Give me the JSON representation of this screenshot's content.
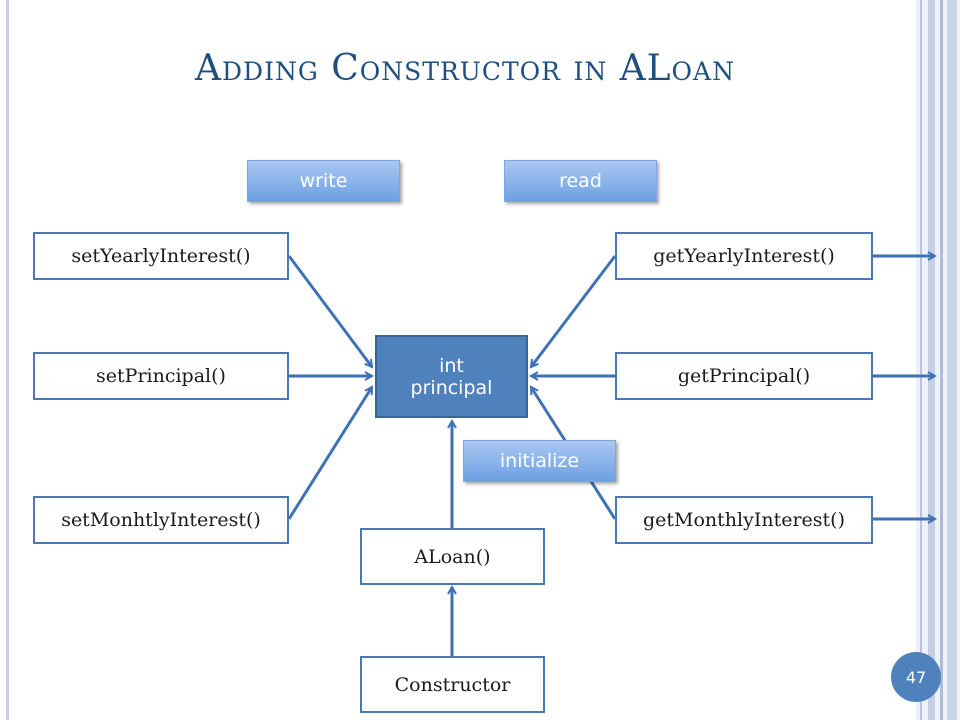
{
  "title": "Adding Constructor in ALoan",
  "labels": {
    "write": "write",
    "read": "read",
    "initialize": "initialize"
  },
  "center": {
    "line1": "int",
    "line2": "principal"
  },
  "setters": {
    "yearly": "setYearlyInterest()",
    "principal": "setPrincipal()",
    "monthly": "setMonhtlyInterest()"
  },
  "getters": {
    "yearly": "getYearlyInterest()",
    "principal": "getPrincipal()",
    "monthly": "getMonthlyInterest()"
  },
  "constructor_method": "ALoan()",
  "constructor_label": "Constructor",
  "page_number": "47",
  "colors": {
    "accent": "#4f81bd",
    "arrow": "#3f72b5",
    "title": "#1f4f7f"
  }
}
